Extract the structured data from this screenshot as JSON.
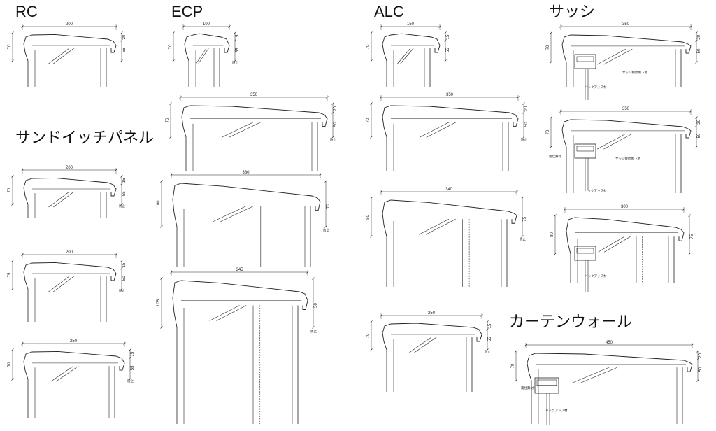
{
  "headings": {
    "rc": "RC",
    "ecp": "ECP",
    "alc": "ALC",
    "sash": "サッシ",
    "sandwich": "サンドイッチパネル",
    "curtain": "カーテンウォール"
  },
  "notes": {
    "sash_support": "サッシ接続用下地",
    "backup": "バックアップ材",
    "gasket": "防止",
    "waterproof": "雨仕舞材"
  },
  "details": {
    "rc1": {
      "w": "200",
      "h": "70",
      "top": "20",
      "lip": "55"
    },
    "ecp1": {
      "w": "100",
      "h": "70",
      "top": "15",
      "lip": "55"
    },
    "alc1": {
      "w": "150",
      "h": "70",
      "top": "15",
      "lip": "55"
    },
    "sash1": {
      "w": "350",
      "h": "70",
      "top": "20",
      "lip": "50"
    },
    "ecp2": {
      "w": "350",
      "h": "70",
      "top": "20",
      "lip": "50"
    },
    "alc2": {
      "w": "350",
      "h": "70",
      "top": "20",
      "lip": "50"
    },
    "sash2": {
      "w": "350",
      "h": "70",
      "top": "20",
      "lip": "50"
    },
    "sp1": {
      "w": "200",
      "h": "70",
      "top": "15",
      "lip": "55"
    },
    "ecp3": {
      "w": "380",
      "h": "100",
      "lip": "70"
    },
    "alc3": {
      "w": "340",
      "h": "80",
      "lip": "75"
    },
    "sash3": {
      "w": "300",
      "h": "80",
      "lip": "75"
    },
    "sp2": {
      "w": "200",
      "h": "75",
      "top": "15",
      "lip": "50"
    },
    "ecp4": {
      "w": "345",
      "h": "105",
      "lip": "50"
    },
    "alc4": {
      "w": "250",
      "h": "70",
      "top": "15",
      "lip": "55"
    },
    "sp3": {
      "w": "250",
      "h": "70",
      "top": "15",
      "lip": "55"
    },
    "cw1": {
      "w": "450",
      "h": "70",
      "top": "20",
      "lip": "50"
    }
  }
}
